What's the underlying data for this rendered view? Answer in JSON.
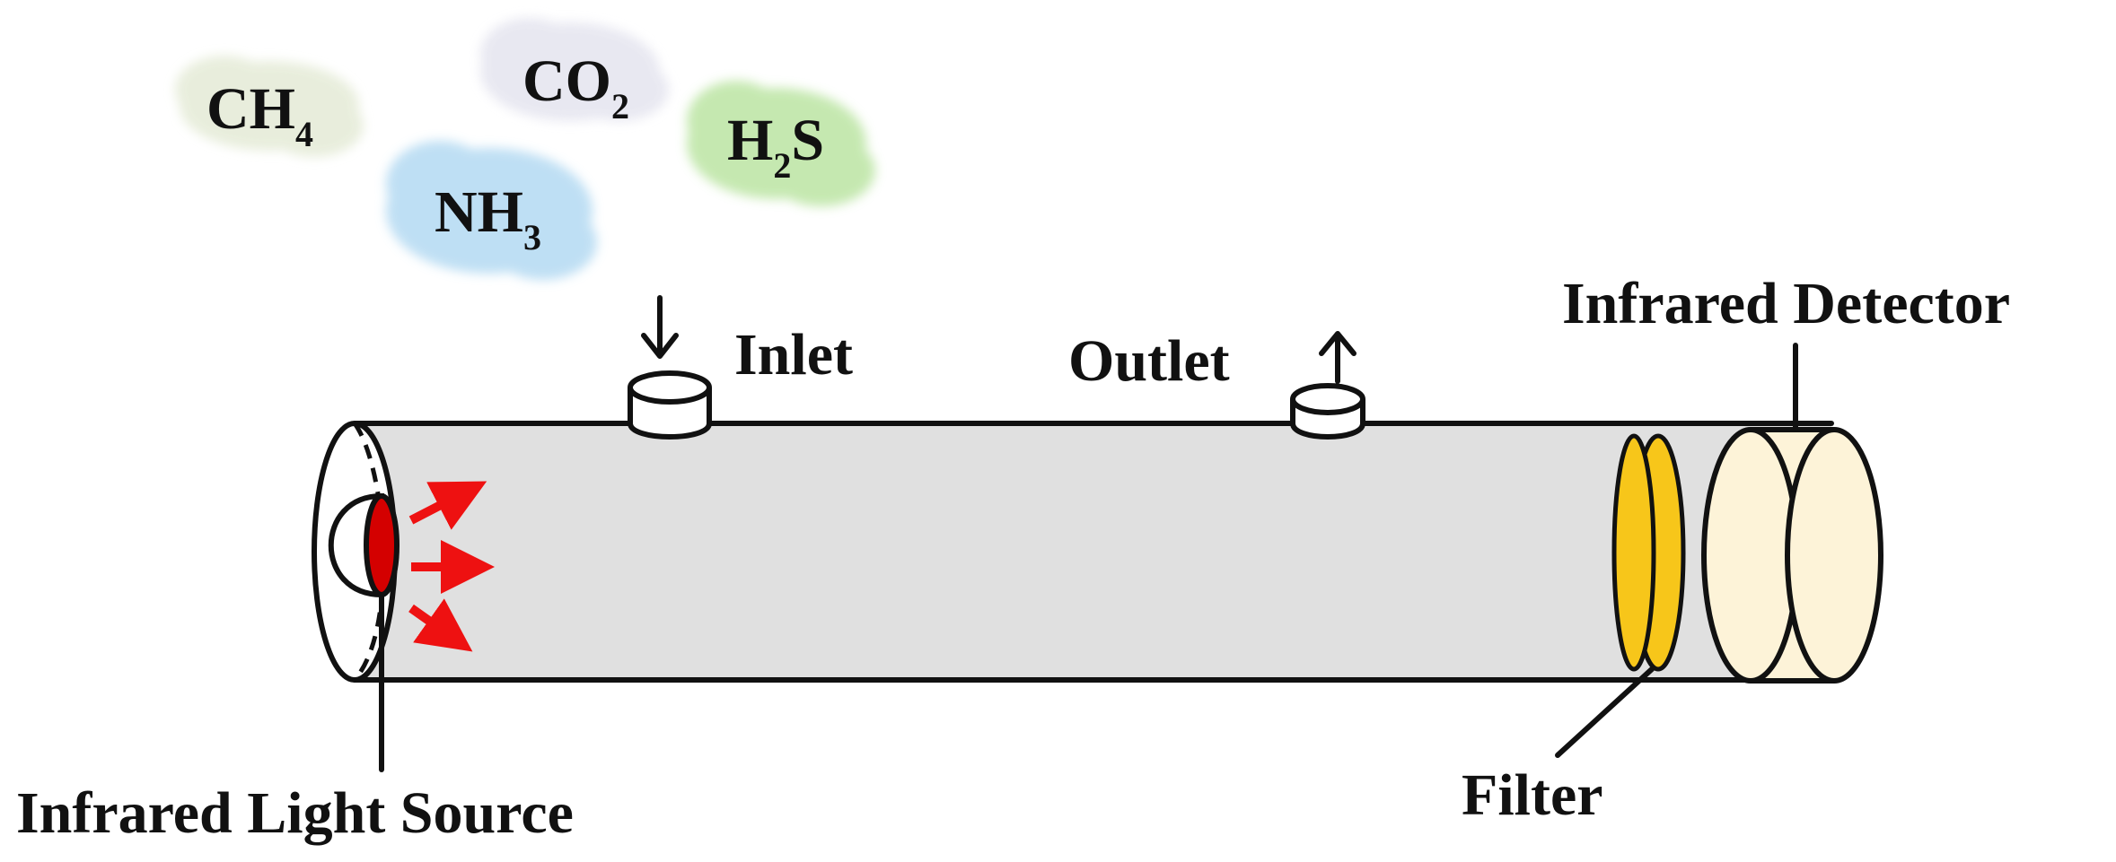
{
  "gases": [
    {
      "id": "ch4",
      "main": "CH",
      "sub": "4",
      "color": "#e6ecd9"
    },
    {
      "id": "co2",
      "main": "CO",
      "sub": "2",
      "color": "#e6e6f0"
    },
    {
      "id": "h2s",
      "pre": "H",
      "presub": "2",
      "post": "S",
      "color": "#bfe6a8"
    },
    {
      "id": "nh3",
      "main": "NH",
      "sub": "3",
      "color": "#b8dcf3"
    }
  ],
  "labels": {
    "inlet": "Inlet",
    "outlet": "Outlet",
    "detector": "Infrared Detector",
    "filter": "Filter",
    "source": "Infrared Light Source"
  },
  "colors": {
    "tube": "#e0e0e0",
    "source": "#d40000",
    "rays": "#ee1111",
    "filter": "#f7c61a",
    "detector": "#fdf3d8",
    "outline": "#111111"
  },
  "icons": {
    "inlet_arrow": "down-arrow-icon",
    "outlet_arrow": "up-arrow-icon",
    "light_rays": "right-arrow-icon"
  }
}
